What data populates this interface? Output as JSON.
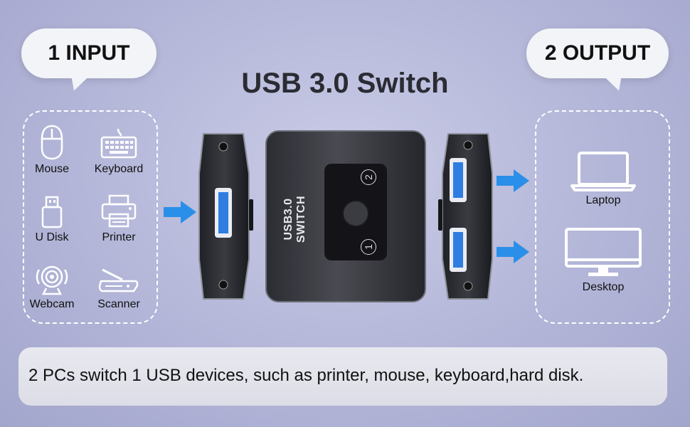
{
  "header": {
    "input_label": "1 INPUT",
    "output_label": "2 OUTPUT",
    "title": "USB 3.0 Switch"
  },
  "input_devices": [
    {
      "label": "Mouse",
      "icon": "mouse-icon"
    },
    {
      "label": "Keyboard",
      "icon": "keyboard-icon"
    },
    {
      "label": "U Disk",
      "icon": "usb-disk-icon"
    },
    {
      "label": "Printer",
      "icon": "printer-icon"
    },
    {
      "label": "Webcam",
      "icon": "webcam-icon"
    },
    {
      "label": "Scanner",
      "icon": "scanner-icon"
    }
  ],
  "output_devices": [
    {
      "label": "Laptop",
      "icon": "laptop-icon"
    },
    {
      "label": "Desktop",
      "icon": "desktop-icon"
    }
  ],
  "switch": {
    "body_label": "USB3.0 SWITCH",
    "port_1": "1",
    "port_2": "2"
  },
  "footer": {
    "text": "2 PCs switch 1 USB devices, such as printer, mouse, keyboard,hard disk."
  },
  "colors": {
    "background": "#b3b6d8",
    "arrow": "#2a8fe8",
    "device_body": "#3a3b40",
    "usb_port": "#2f7de0"
  }
}
